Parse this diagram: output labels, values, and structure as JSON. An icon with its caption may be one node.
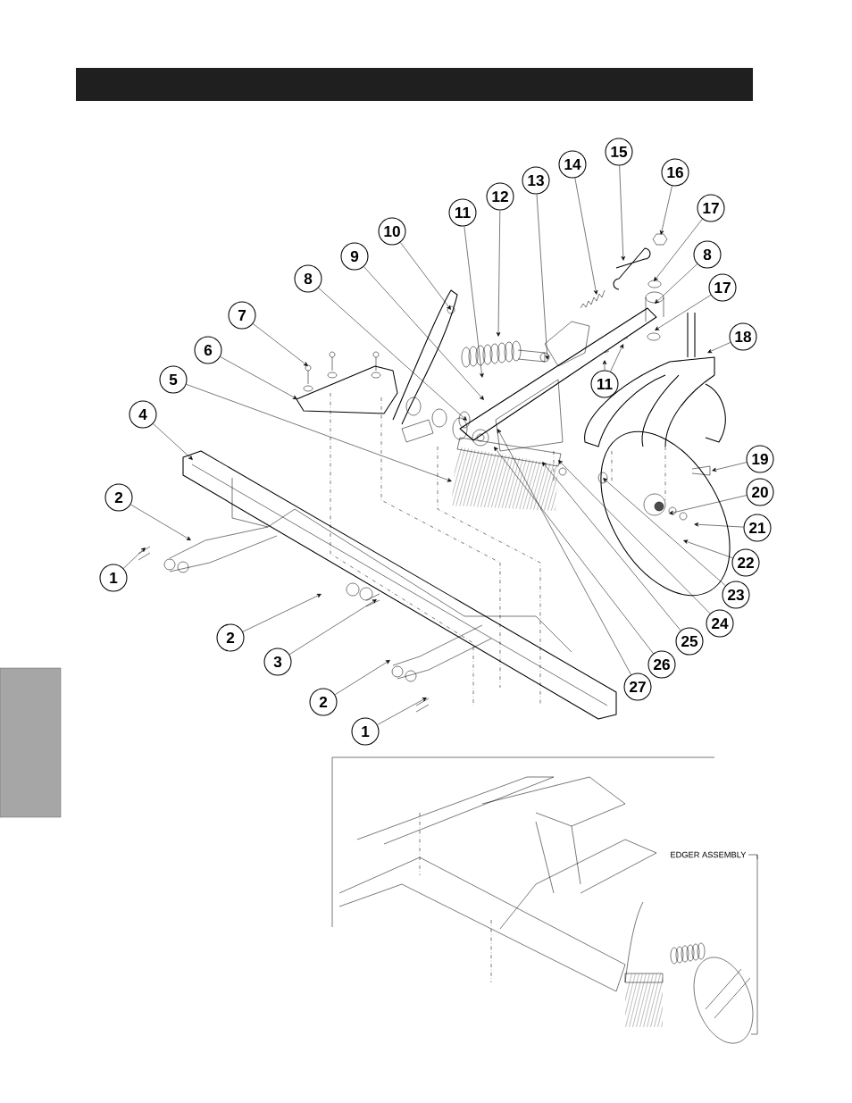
{
  "diagram": {
    "nodes": [
      {
        "text": [
          "1"
        ]
      },
      {
        "text": [
          "1"
        ]
      },
      {
        "text": [
          "2"
        ]
      },
      {
        "text": [
          "2"
        ]
      },
      {
        "text": [
          "2"
        ]
      },
      {
        "text": [
          "3"
        ]
      },
      {
        "text": [
          "4"
        ]
      },
      {
        "text": [
          "5"
        ]
      },
      {
        "text": [
          "6"
        ]
      },
      {
        "text": [
          "7"
        ]
      },
      {
        "text": [
          "8"
        ]
      },
      {
        "text": [
          "8"
        ]
      },
      {
        "text": [
          "9"
        ]
      },
      {
        "text": [
          "10"
        ]
      },
      {
        "text": [
          "11"
        ]
      },
      {
        "text": [
          "11"
        ]
      },
      {
        "text": [
          "12"
        ]
      },
      {
        "text": [
          "13"
        ]
      },
      {
        "text": [
          "14"
        ]
      },
      {
        "text": [
          "15"
        ]
      },
      {
        "text": [
          "16"
        ]
      },
      {
        "text": [
          "17"
        ]
      },
      {
        "text": [
          "17"
        ]
      },
      {
        "text": [
          "18"
        ]
      },
      {
        "text": [
          "19"
        ]
      },
      {
        "text": [
          "20"
        ]
      },
      {
        "text": [
          "21"
        ]
      },
      {
        "text": [
          "22"
        ]
      },
      {
        "text": [
          "23"
        ]
      },
      {
        "text": [
          "24"
        ]
      },
      {
        "text": [
          "25"
        ]
      },
      {
        "text": [
          "26"
        ]
      },
      {
        "text": [
          "27"
        ]
      },
      {
        "text": [],
        "shape": "bar"
      },
      {
        "text": [],
        "shape": "box"
      }
    ],
    "edges": [
      {
        "from": 0,
        "to": null,
        "arrow": "to"
      },
      {
        "from": 1,
        "to": null,
        "arrow": "to"
      },
      {
        "from": 2,
        "to": null,
        "arrow": "to"
      },
      {
        "from": 3,
        "to": null,
        "arrow": "to"
      },
      {
        "from": 4,
        "to": null,
        "arrow": "to"
      },
      {
        "from": 5,
        "to": null,
        "arrow": "to"
      },
      {
        "from": 6,
        "to": null,
        "arrow": "to"
      },
      {
        "from": 7,
        "to": null,
        "arrow": "to"
      },
      {
        "from": 8,
        "to": null,
        "arrow": "to"
      },
      {
        "from": 9,
        "to": null,
        "arrow": "to"
      },
      {
        "from": 10,
        "to": null,
        "arrow": "to"
      },
      {
        "from": 11,
        "to": null,
        "arrow": "to"
      },
      {
        "from": 12,
        "to": null,
        "arrow": "to"
      },
      {
        "from": 13,
        "to": null,
        "arrow": "to"
      },
      {
        "from": 14,
        "to": null,
        "arrow": "to"
      },
      {
        "from": 15,
        "to": null,
        "arrow": "to"
      },
      {
        "from": 15,
        "to": null,
        "arrow": "to"
      },
      {
        "from": 16,
        "to": null,
        "arrow": "to"
      },
      {
        "from": 17,
        "to": null,
        "arrow": "to"
      },
      {
        "from": 18,
        "to": null,
        "arrow": "to"
      },
      {
        "from": 19,
        "to": null,
        "arrow": "to"
      },
      {
        "from": 20,
        "to": null,
        "arrow": "to"
      },
      {
        "from": 21,
        "to": null,
        "arrow": "to"
      },
      {
        "from": 22,
        "to": null,
        "arrow": "to"
      },
      {
        "from": 23,
        "to": null,
        "arrow": "to"
      },
      {
        "from": 24,
        "to": null,
        "arrow": "to"
      },
      {
        "from": 25,
        "to": null,
        "arrow": "to"
      },
      {
        "from": 26,
        "to": null,
        "arrow": "to"
      },
      {
        "from": 27,
        "to": null,
        "arrow": "to"
      },
      {
        "from": 28,
        "to": null,
        "arrow": "to"
      },
      {
        "from": 29,
        "to": null,
        "arrow": "to"
      },
      {
        "from": 30,
        "to": null,
        "arrow": "to"
      },
      {
        "from": 31,
        "to": null,
        "arrow": "to"
      },
      {
        "from": 32,
        "to": null,
        "arrow": "to"
      }
    ],
    "labels": [
      "EDGER ASSEMBLY"
    ]
  }
}
